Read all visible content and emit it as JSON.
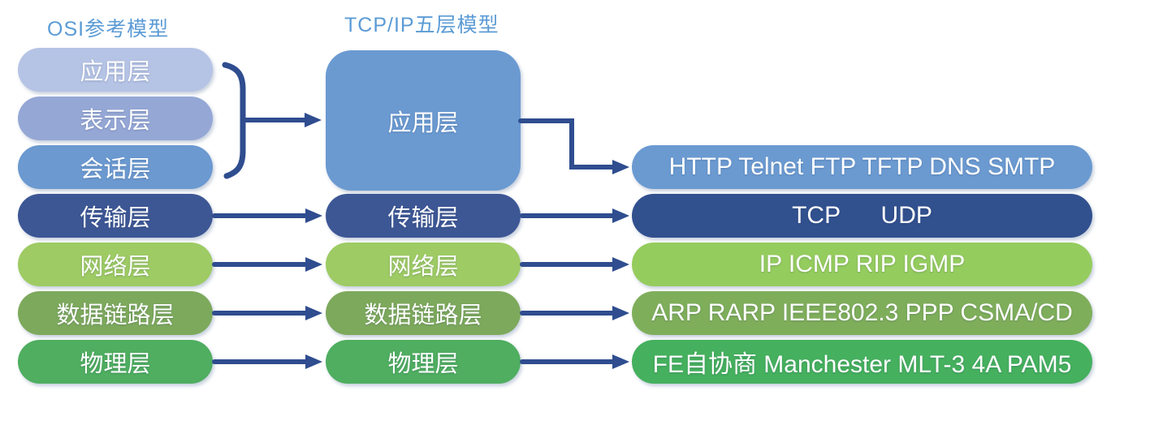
{
  "diagram": {
    "osi": {
      "title": "OSI参考模型",
      "title_color": "#5b9bd5",
      "layers": [
        {
          "label": "应用层",
          "color": "#b5c3e5"
        },
        {
          "label": "表示层",
          "color": "#95a7d5"
        },
        {
          "label": "会话层",
          "color": "#6b99d0"
        },
        {
          "label": "传输层",
          "color": "#3d5795"
        },
        {
          "label": "网络层",
          "color": "#9ecb64"
        },
        {
          "label": "数据链路层",
          "color": "#7da95c"
        },
        {
          "label": "物理层",
          "color": "#4fae60"
        }
      ]
    },
    "tcpip": {
      "title": "TCP/IP五层模型",
      "title_color": "#5b9bd5",
      "layers": [
        {
          "label": "应用层",
          "color": "#6b9ad1"
        },
        {
          "label": "传输层",
          "color": "#3d5795"
        },
        {
          "label": "网络层",
          "color": "#9ecb64"
        },
        {
          "label": "数据链路层",
          "color": "#7da95c"
        },
        {
          "label": "物理层",
          "color": "#4fae60"
        }
      ]
    },
    "protocols": {
      "layers": [
        {
          "label": "HTTP Telnet FTP TFTP DNS SMTP",
          "color": "#6b9ad1"
        },
        {
          "label": "TCP      UDP",
          "color": "#31508e"
        },
        {
          "label": "IP ICMP RIP IGMP",
          "color": "#95cc5e"
        },
        {
          "label": "ARP RARP IEEE802.3 PPP CSMA/CD",
          "color": "#7fae5b"
        },
        {
          "label": "FE自协商 Manchester MLT-3 4A PAM5",
          "color": "#45b05e"
        }
      ]
    },
    "arrow_color": "#2f4d8f"
  }
}
